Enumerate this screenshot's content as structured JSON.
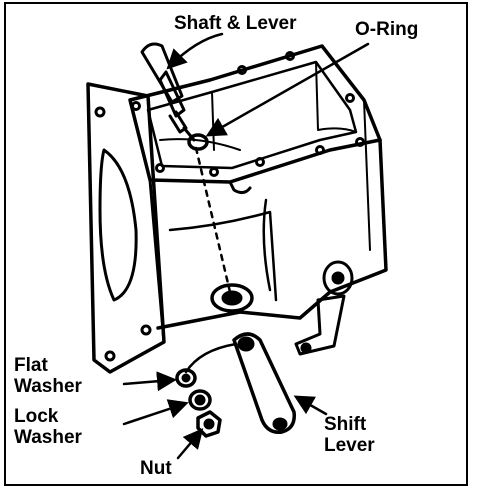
{
  "labels": {
    "shaft_lever": "Shaft & Lever",
    "o_ring": "O-Ring",
    "flat_washer": [
      "Flat",
      "Washer"
    ],
    "lock_washer": [
      "Lock",
      "Washer"
    ],
    "nut": "Nut",
    "shift_lever": [
      "Shift",
      "Lever"
    ]
  },
  "colors": {
    "ink": "#000000",
    "paper": "#ffffff"
  }
}
